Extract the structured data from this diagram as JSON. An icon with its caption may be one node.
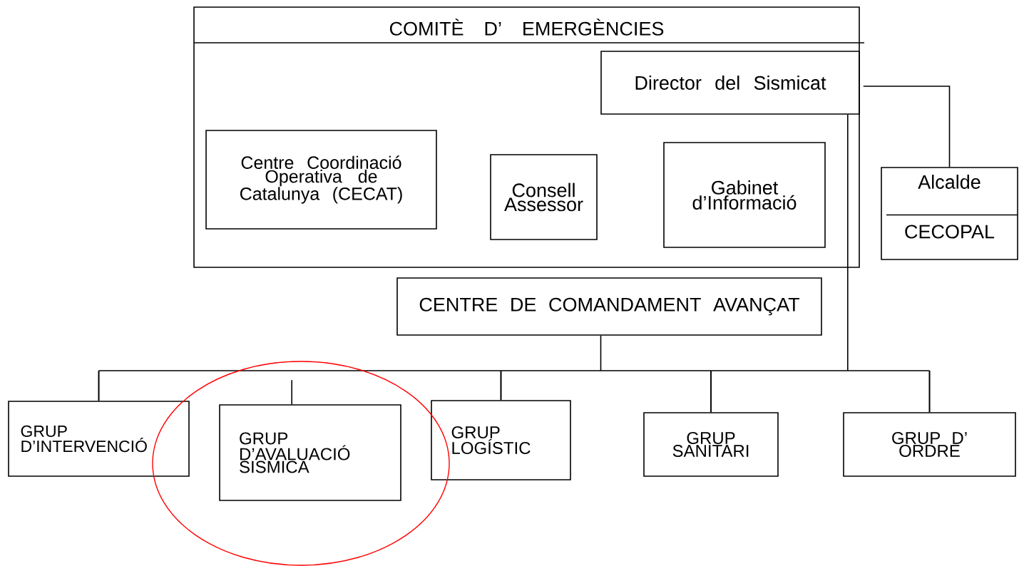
{
  "diagram": {
    "nodes": [
      {
        "text": [
          "COMITÈ D’ EMERGÈNCIES"
        ]
      },
      {
        "text": [
          "Director del Sismicat"
        ],
        "in": 0
      },
      {
        "text": [
          "Centre Coordinació Operativa de Catalunya (CECAT)"
        ],
        "in": 0
      },
      {
        "text": [
          "Consell Assessor"
        ],
        "in": 0
      },
      {
        "text": [
          "Gabinet d’Informació"
        ],
        "in": 0
      },
      {
        "text": [
          "Alcalde",
          "CECOPAL"
        ]
      },
      {
        "text": [
          "CENTRE DE COMANDAMENT AVANÇAT"
        ]
      },
      {
        "text": [
          "GRUP D’INTERVENCIÓ"
        ]
      },
      {
        "text": [
          "GRUP D’AVALUACIÓ SISMICA"
        ]
      },
      {
        "text": [
          "GRUP LOGÍSTIC"
        ]
      },
      {
        "text": [
          "GRUP SANITARI"
        ]
      },
      {
        "text": [
          "GRUP D’ ORDRE"
        ]
      }
    ],
    "edges": [
      {
        "from": 1,
        "to": 5,
        "arrow": "none"
      },
      {
        "from": 6,
        "to": 7,
        "arrow": "none"
      },
      {
        "from": 6,
        "to": 9,
        "arrow": "none"
      },
      {
        "from": 6,
        "to": 10,
        "arrow": "none"
      },
      {
        "from": 6,
        "to": 11,
        "arrow": "none"
      },
      {
        "from": 1,
        "to": 7,
        "arrow": "none"
      },
      {
        "from": 1,
        "to": 9,
        "arrow": "none"
      },
      {
        "from": 1,
        "to": 10,
        "arrow": "none"
      },
      {
        "from": 1,
        "to": 11,
        "arrow": "none"
      },
      {
        "from": null,
        "to": 8,
        "arrow": "none"
      }
    ]
  }
}
